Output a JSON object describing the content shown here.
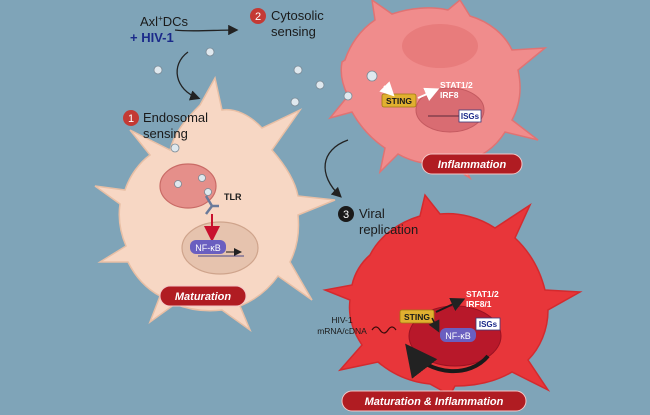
{
  "title": {
    "line1_prefix": "Axl",
    "line1_sup": "+",
    "line1_suffix": "DCs",
    "line2": "+ HIV-1"
  },
  "steps": [
    {
      "number": "1",
      "line1": "Endosomal",
      "line2": "sensing"
    },
    {
      "number": "2",
      "line1": "Cytosolic",
      "line2": "sensing"
    },
    {
      "number": "3",
      "line1": "Viral",
      "line2": "replication"
    }
  ],
  "cell1": {
    "receptor": "TLR",
    "factor": "NF-κB",
    "outcome": "Maturation"
  },
  "cell2": {
    "sensor": "STING",
    "factors_line1": "STAT1/2",
    "factors_line2": "IRF8",
    "genes": "ISGs",
    "outcome": "Inflammation"
  },
  "cell3": {
    "sensor": "STING",
    "factors_line1": "STAT1/2",
    "factors_line2": "IRF8/1",
    "factor": "NF-κB",
    "genes": "ISGs",
    "rna_line1": "HIV-1",
    "rna_line2": "mRNA/cDNA",
    "outcome": "Maturation & Inflammation"
  },
  "colors": {
    "background": "#7fa4b8",
    "cell_maturation": "#f7d7c4",
    "cell_inflammation": "#f08c8c",
    "cell_replication": "#e8363a",
    "banner": "#b01c22",
    "sting": "#e0b030",
    "nfkb": "#6a5fc0",
    "step_badge_1": "#c43a34",
    "step_badge_2": "#c43a34",
    "step_badge_3": "#1a1a1a"
  }
}
